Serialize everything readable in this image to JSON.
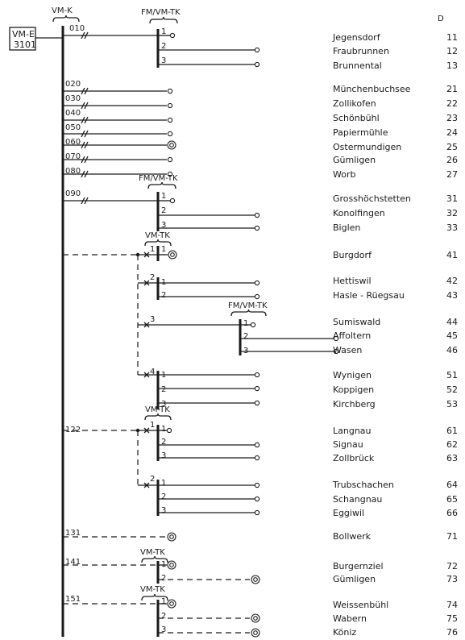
{
  "header": {
    "vmk": "VM-K",
    "d_column": "D"
  },
  "source_box": {
    "line1": "VM-E",
    "line2": "3101"
  },
  "group_labels": {
    "fm_vm_tk": "FM/VM-TK",
    "vm_tk": "VM-TK"
  },
  "trunk_numbers": [
    "010",
    "020",
    "030",
    "040",
    "050",
    "060",
    "070",
    "080",
    "090",
    "122",
    "131",
    "141",
    "151"
  ],
  "port_numbers": [
    "1",
    "2",
    "3",
    "4"
  ],
  "destinations": [
    {
      "name": "Jegensdorf",
      "code": "11"
    },
    {
      "name": "Fraubrunnen",
      "code": "12"
    },
    {
      "name": "Brunnental",
      "code": "13"
    },
    {
      "name": "Münchenbuchsee",
      "code": "21"
    },
    {
      "name": "Zollikofen",
      "code": "22"
    },
    {
      "name": "Schönbühl",
      "code": "23"
    },
    {
      "name": "Papiermühle",
      "code": "24"
    },
    {
      "name": "Ostermundigen",
      "code": "25"
    },
    {
      "name": "Gümligen",
      "code": "26"
    },
    {
      "name": "Worb",
      "code": "27"
    },
    {
      "name": "Grosshöchstetten",
      "code": "31"
    },
    {
      "name": "Konolfingen",
      "code": "32"
    },
    {
      "name": "Biglen",
      "code": "33"
    },
    {
      "name": "Burgdorf",
      "code": "41"
    },
    {
      "name": "Hettiswil",
      "code": "42"
    },
    {
      "name": "Hasle - Rüegsau",
      "code": "43"
    },
    {
      "name": "Sumiswald",
      "code": "44"
    },
    {
      "name": "Affoltern",
      "code": "45"
    },
    {
      "name": "Wasen",
      "code": "46"
    },
    {
      "name": "Wynigen",
      "code": "51"
    },
    {
      "name": "Koppigen",
      "code": "52"
    },
    {
      "name": "Kirchberg",
      "code": "53"
    },
    {
      "name": "Langnau",
      "code": "61"
    },
    {
      "name": "Signau",
      "code": "62"
    },
    {
      "name": "Zollbrück",
      "code": "63"
    },
    {
      "name": "Trubschachen",
      "code": "64"
    },
    {
      "name": "Schangnau",
      "code": "65"
    },
    {
      "name": "Eggiwil",
      "code": "66"
    },
    {
      "name": "Bollwerk",
      "code": "71"
    },
    {
      "name": "Burgernziel",
      "code": "72"
    },
    {
      "name": "Gümligen",
      "code": "73"
    },
    {
      "name": "Weissenbühl",
      "code": "74"
    },
    {
      "name": "Wabern",
      "code": "75"
    },
    {
      "name": "Köniz",
      "code": "76"
    }
  ]
}
